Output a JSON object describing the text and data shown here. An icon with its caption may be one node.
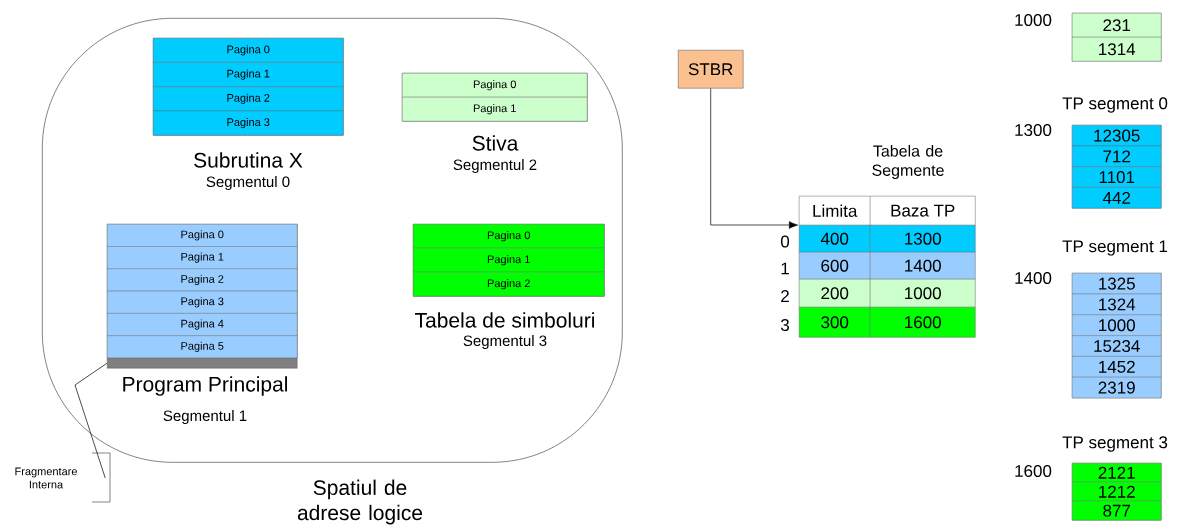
{
  "diagram": {
    "nodes": [
      {
        "text": [
          "Spatiul de adrese logice"
        ]
      },
      {
        "text": [
          "Pagina 0",
          "Pagina 1",
          "Pagina 2",
          "Pagina 3"
        ],
        "beside": [
          "Subrutina X",
          "Segmentul 0"
        ],
        "in": 0
      },
      {
        "text": [
          "Pagina 0",
          "Pagina 1"
        ],
        "beside": [
          "Stiva",
          "Segmentul 2"
        ],
        "in": 0
      },
      {
        "text": [
          "Pagina 0",
          "Pagina 1",
          "Pagina 2",
          "Pagina 3",
          "Pagina 4",
          "Pagina 5"
        ],
        "beside": [
          "Program Principal",
          "Segmentul 1"
        ],
        "in": 0
      },
      {
        "text": [],
        "shape": "bar",
        "in": 0
      },
      {
        "text": [
          "Pagina 0",
          "Pagina 1",
          "Pagina 2"
        ],
        "beside": [
          "Tabela de simboluri",
          "Segmentul 3"
        ],
        "in": 0
      },
      {
        "text": [
          "Fragmentare Interna"
        ]
      },
      {
        "text": [
          "STBR"
        ]
      },
      {
        "text": [
          "Tabela de Segmente",
          "Limita",
          "Baza TP",
          "400",
          "1300",
          "600",
          "1400",
          "200",
          "1000",
          "300",
          "1600"
        ],
        "beside": [
          "0",
          "1",
          "2",
          "3"
        ]
      },
      {
        "text": [
          "231",
          "1314"
        ],
        "beside": [
          "1000"
        ]
      },
      {
        "text": [
          "TP segment 0",
          "12305",
          "712",
          "1101",
          "442"
        ],
        "beside": [
          "1300"
        ]
      },
      {
        "text": [
          "TP segment 1",
          "1325",
          "1324",
          "1000",
          "15234",
          "1452",
          "2319"
        ],
        "beside": [
          "1400"
        ]
      },
      {
        "text": [
          "TP segment 3",
          "2121",
          "1212",
          "877"
        ],
        "beside": [
          "1600"
        ]
      }
    ],
    "edges": [
      {
        "from": 7,
        "to": 8,
        "arrow": "to"
      },
      {
        "from": 6,
        "to": 4,
        "arrow": "none"
      }
    ]
  }
}
